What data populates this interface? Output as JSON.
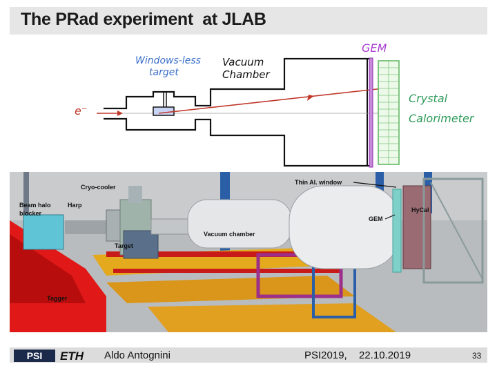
{
  "slide": {
    "title": "The PRad experiment  at JLAB"
  },
  "schematic": {
    "beam_label": "e⁻",
    "target_label_line1": "Windows-less",
    "target_label_line2": "target",
    "chamber_label_line1": "Vacuum",
    "chamber_label_line2": "Chamber",
    "gem_label": "GEM",
    "calorimeter_label_line1": "Crystal",
    "calorimeter_label_line2": "Calorimeter",
    "colors": {
      "blue_text": "#3b6fc9",
      "purple": "#a83ed0",
      "green": "#2e9a5a",
      "beam": "#c0392b"
    }
  },
  "photo": {
    "labels": {
      "cryo": "Cryo-cooler",
      "beam_halo_1": "Beam halo",
      "beam_halo_2": "blocker",
      "harp": "Harp",
      "target": "Target",
      "vacuum": "Vacuum chamber",
      "thin_window": "Thin Al. window",
      "gem": "GEM",
      "hycal": "HyCal",
      "tagger": "Tagger"
    }
  },
  "footer": {
    "logo1": "PSI",
    "logo2": "ETH",
    "author": "Aldo Antognini",
    "conference": "PSI2019,",
    "date": "22.10.2019",
    "page": "33"
  }
}
